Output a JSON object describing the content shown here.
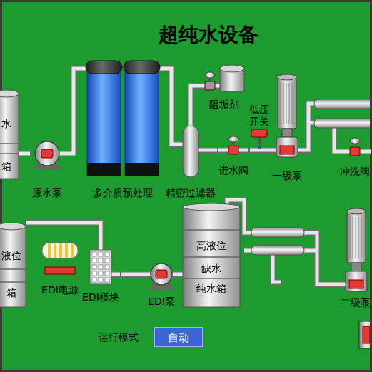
{
  "diagram": {
    "title": "超纯水设备",
    "nodes": [
      {
        "text": [
          "水",
          "箱"
        ]
      },
      {
        "text": [
          "原水泵"
        ]
      },
      {
        "text": [
          "多介质预处理"
        ]
      },
      {
        "text": [
          "阻垢剂"
        ]
      },
      {
        "text": [
          "精密过滤器"
        ]
      },
      {
        "text": [
          "进水阀"
        ]
      },
      {
        "text": [
          "低压 开关"
        ]
      },
      {
        "text": [
          "一级泵"
        ]
      },
      {
        "text": [
          "冲洗阀"
        ]
      },
      {
        "text": [
          "液位",
          "箱"
        ]
      },
      {
        "text": [
          "EDI电源"
        ]
      },
      {
        "text": [
          "EDI模块"
        ]
      },
      {
        "text": [
          "EDI泵"
        ]
      },
      {
        "text": [
          "高液位",
          "缺水",
          "纯水箱"
        ]
      },
      {
        "text": [
          "二级泵"
        ]
      },
      {
        "text": [
          "自动"
        ]
      }
    ],
    "edges": [
      {
        "from": 0,
        "to": 1,
        "arrow": "none"
      },
      {
        "from": 1,
        "to": 2,
        "arrow": "none"
      },
      {
        "from": 2,
        "to": 4,
        "arrow": "none"
      },
      {
        "from": 3,
        "to": 4,
        "arrow": "none"
      },
      {
        "from": 4,
        "to": 5,
        "arrow": "none"
      },
      {
        "from": 5,
        "to": 7,
        "arrow": "none"
      },
      {
        "from": 13,
        "to": 12,
        "arrow": "none"
      },
      {
        "from": 12,
        "to": 11,
        "arrow": "none"
      },
      {
        "from": 11,
        "to": 9,
        "arrow": "none"
      }
    ],
    "labels": [
      "运行模式"
    ]
  }
}
